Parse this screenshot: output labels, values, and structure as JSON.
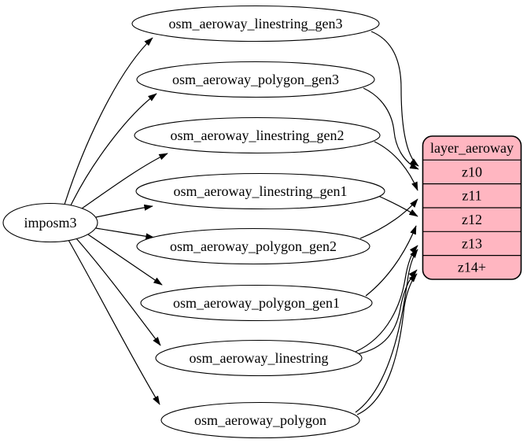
{
  "diagram": {
    "background_color": "#ffffff",
    "edge_color": "#000000",
    "node_fill_color": "#ffffff",
    "node_border_color": "#000000",
    "text_color": "#000000",
    "source": {
      "label": "imposm3"
    },
    "tables": [
      {
        "label": "osm_aeroway_linestring_gen3"
      },
      {
        "label": "osm_aeroway_polygon_gen3"
      },
      {
        "label": "osm_aeroway_linestring_gen2"
      },
      {
        "label": "osm_aeroway_linestring_gen1"
      },
      {
        "label": "osm_aeroway_polygon_gen2"
      },
      {
        "label": "osm_aeroway_polygon_gen1"
      },
      {
        "label": "osm_aeroway_linestring"
      },
      {
        "label": "osm_aeroway_polygon"
      }
    ],
    "layer": {
      "title": "layer_aeroway",
      "fill_color": "#ffb6c1",
      "border_color": "#000000",
      "rows": [
        {
          "label": "z10"
        },
        {
          "label": "z11"
        },
        {
          "label": "z12"
        },
        {
          "label": "z13"
        },
        {
          "label": "z14+"
        }
      ]
    },
    "edges": [
      {
        "from": "imposm3",
        "to": "osm_aeroway_linestring_gen3"
      },
      {
        "from": "imposm3",
        "to": "osm_aeroway_polygon_gen3"
      },
      {
        "from": "imposm3",
        "to": "osm_aeroway_linestring_gen2"
      },
      {
        "from": "imposm3",
        "to": "osm_aeroway_linestring_gen1"
      },
      {
        "from": "imposm3",
        "to": "osm_aeroway_polygon_gen2"
      },
      {
        "from": "imposm3",
        "to": "osm_aeroway_polygon_gen1"
      },
      {
        "from": "imposm3",
        "to": "osm_aeroway_linestring"
      },
      {
        "from": "imposm3",
        "to": "osm_aeroway_polygon"
      },
      {
        "from": "osm_aeroway_linestring_gen3",
        "to": "layer_aeroway",
        "row": "z10"
      },
      {
        "from": "osm_aeroway_polygon_gen3",
        "to": "layer_aeroway",
        "row": "z10"
      },
      {
        "from": "osm_aeroway_linestring_gen2",
        "to": "layer_aeroway",
        "row": "z11"
      },
      {
        "from": "osm_aeroway_polygon_gen2",
        "to": "layer_aeroway",
        "row": "z11"
      },
      {
        "from": "osm_aeroway_linestring_gen1",
        "to": "layer_aeroway",
        "row": "z12"
      },
      {
        "from": "osm_aeroway_polygon_gen1",
        "to": "layer_aeroway",
        "row": "z12"
      },
      {
        "from": "osm_aeroway_linestring",
        "to": "layer_aeroway",
        "row": "z13"
      },
      {
        "from": "osm_aeroway_polygon",
        "to": "layer_aeroway",
        "row": "z13"
      },
      {
        "from": "osm_aeroway_linestring",
        "to": "layer_aeroway",
        "row": "z14+"
      },
      {
        "from": "osm_aeroway_polygon",
        "to": "layer_aeroway",
        "row": "z14+"
      }
    ]
  }
}
